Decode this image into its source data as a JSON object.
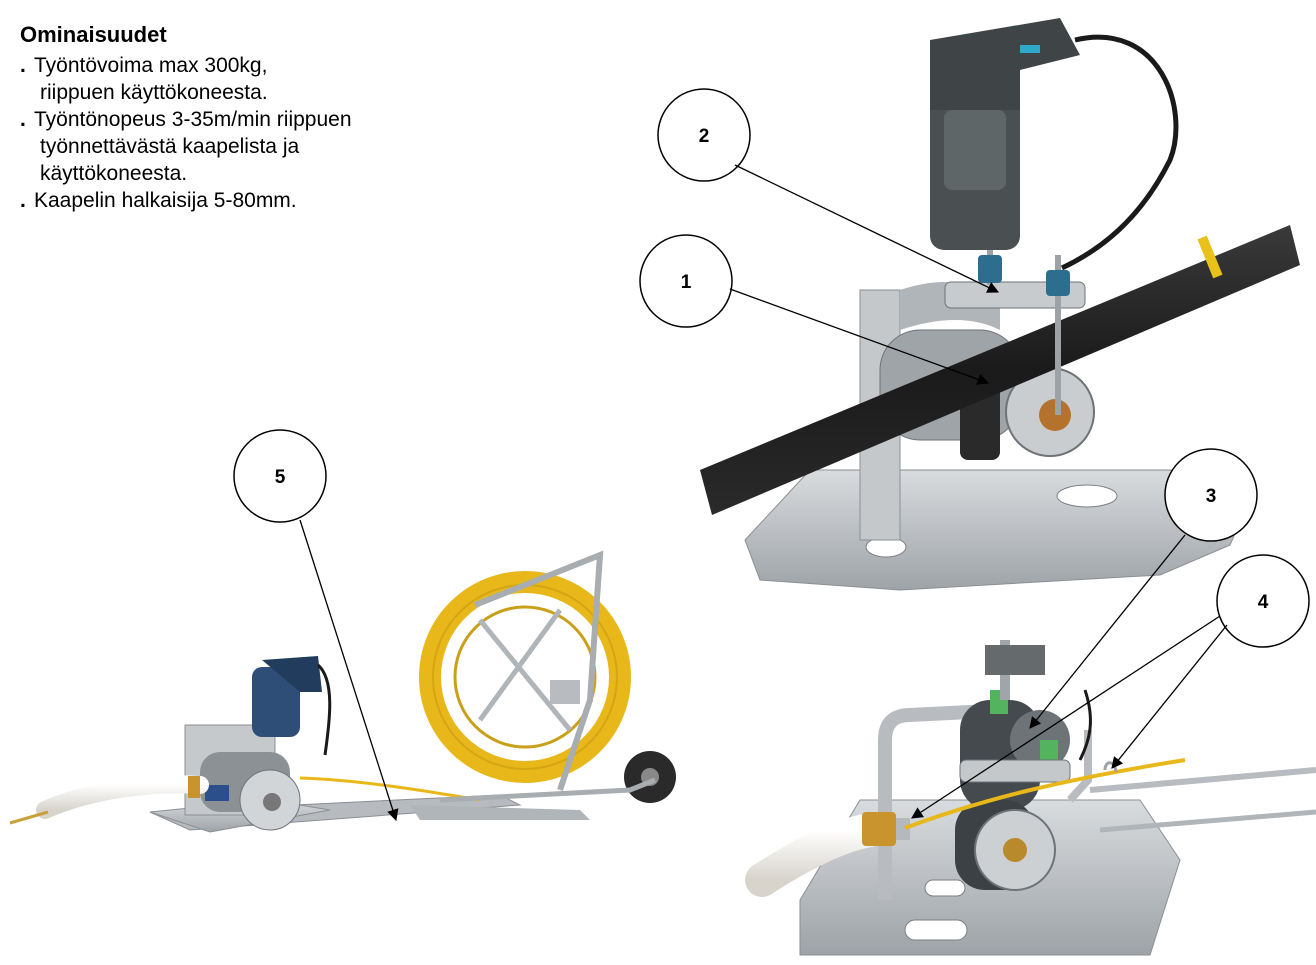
{
  "features": {
    "heading": "Ominaisuudet",
    "items": [
      {
        "bullet": ".",
        "lines": [
          "Työntövoima max 300kg,",
          "riippuen käyttökoneesta."
        ]
      },
      {
        "bullet": ".",
        "lines": [
          "Työntönopeus 3-35m/min riippuen",
          "työnnettävästä kaapelista ja",
          "käyttökoneesta."
        ]
      },
      {
        "bullet": ".",
        "lines": [
          "Kaapelin halkaisija 5-80mm."
        ]
      }
    ]
  },
  "callouts": [
    "1",
    "2",
    "3",
    "4",
    "5"
  ],
  "colors": {
    "cable_yellow": "#e8b81a",
    "metal": "#b9bdc1",
    "metal_dark": "#80868c",
    "drill_body": "#4a5052",
    "pipe_black": "#1e1e1e",
    "hose_white": "#eeeae2",
    "blue_drill": "#2e4e78"
  }
}
